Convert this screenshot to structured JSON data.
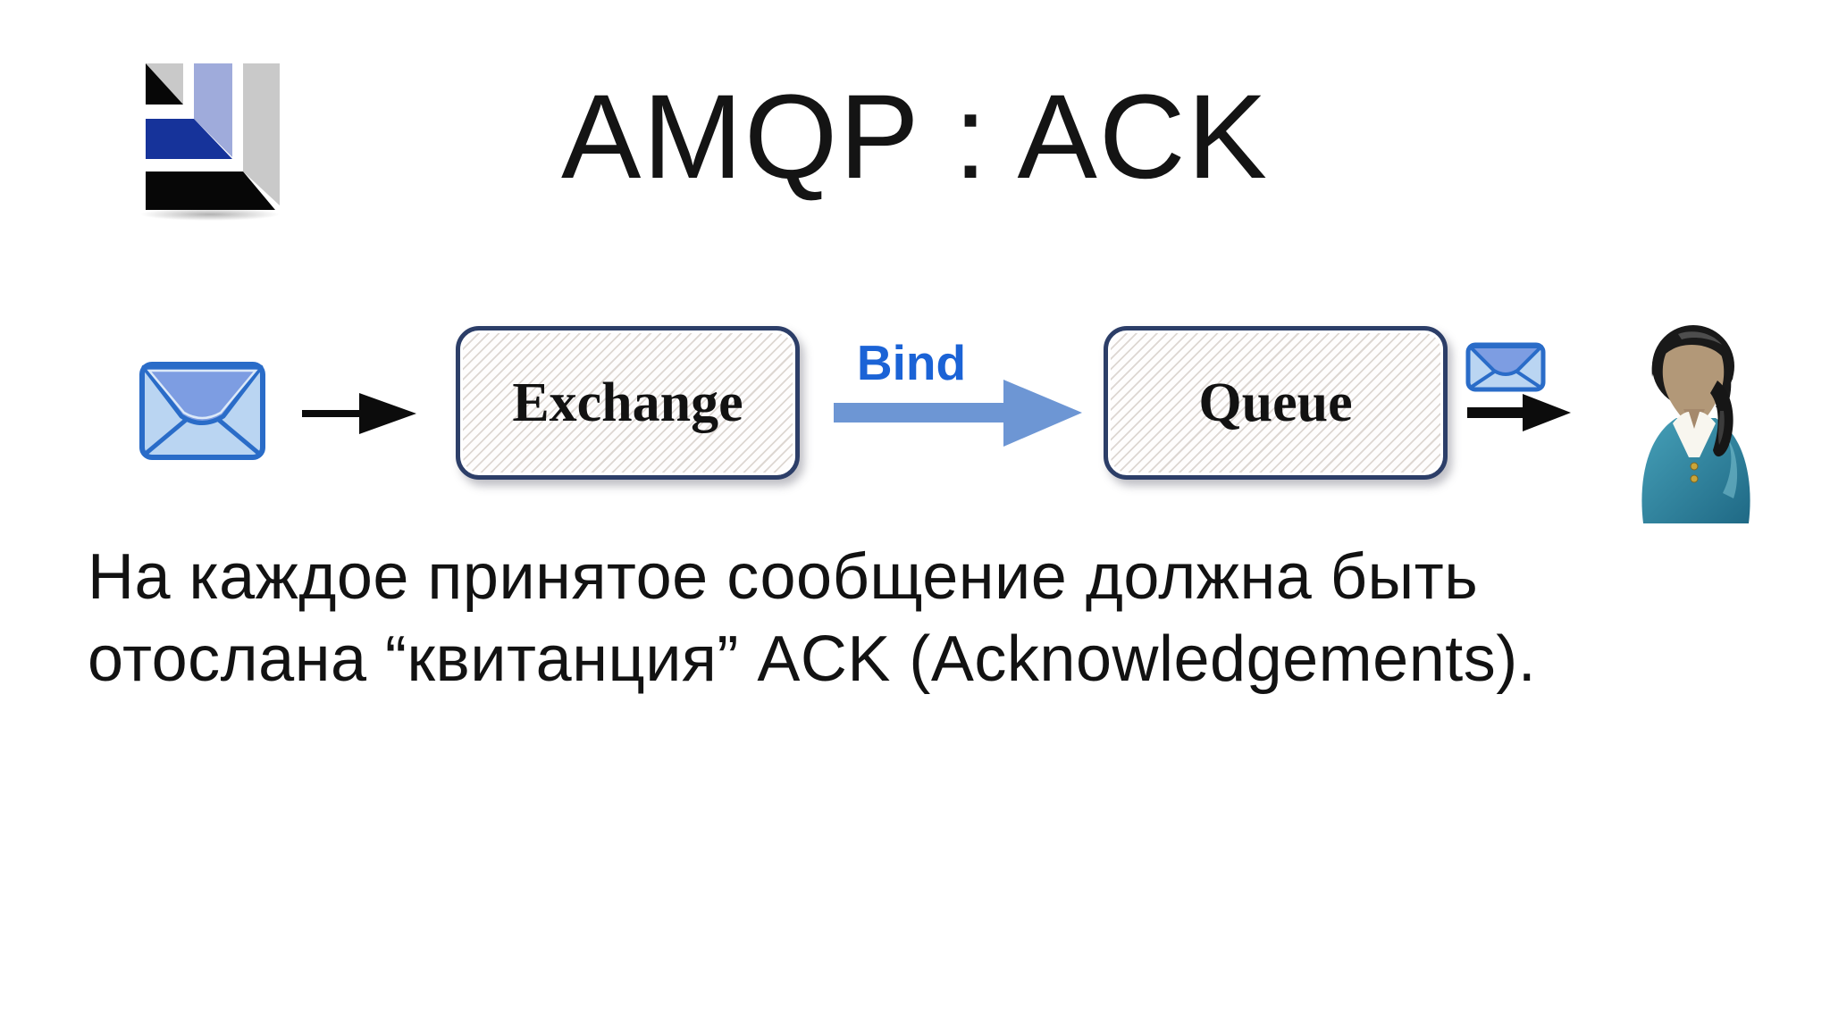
{
  "title": "AMQP : ACK",
  "diagram": {
    "exchange_label": "Exchange",
    "bind_label": "Bind",
    "queue_label": "Queue",
    "icons": {
      "producer_message": "envelope-icon",
      "producer_to_exchange": "arrow-right-icon",
      "exchange_to_queue": "bind-arrow-icon",
      "delivered_message": "envelope-icon",
      "queue_to_consumer": "arrow-right-icon",
      "consumer": "person-icon",
      "branding": "geometric-logo"
    }
  },
  "body": {
    "lines": [
      "На каждое принятое сообщение должна быть",
      "отослана “квитанция” ACK (Acknowledgements)."
    ]
  },
  "colors": {
    "background": "#ffffff",
    "title_text": "#141414",
    "body_text": "#121212",
    "bind_text": "#1b63d6",
    "bind_arrow": "#6d96d4",
    "flow_arrow": "#0c0c0c",
    "box_border": "#2c3e68",
    "box_fill": "#fefdfd",
    "envelope_border": "#2a6cc8",
    "envelope_flap": "#7d9de2",
    "envelope_body": "#bad5f2",
    "person_sweater": "#2e7e99",
    "person_hair": "#191919",
    "person_skin": "#b29878",
    "logo_black": "#070707",
    "logo_gray": "#c9c9c9",
    "logo_periwinkle": "#9fabdb",
    "logo_blue": "#16339a"
  }
}
